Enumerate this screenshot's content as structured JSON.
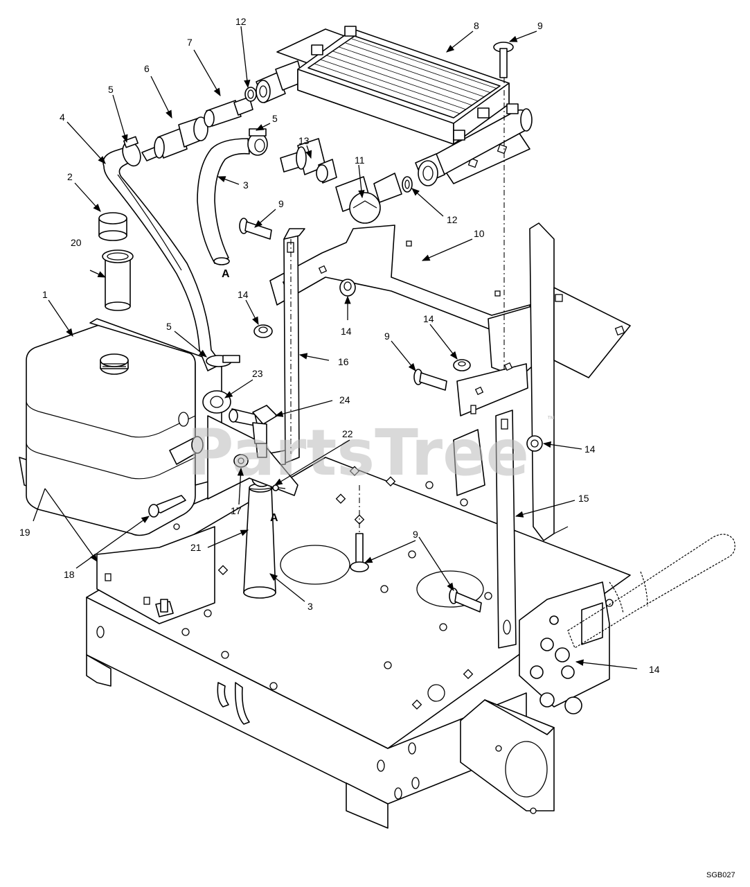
{
  "diagram": {
    "watermark": "PartsTree",
    "trademark": "™",
    "drawing_code": "SGB027",
    "connection_labels": [
      {
        "id": "conn-upper",
        "text": "A"
      },
      {
        "id": "conn-lower",
        "text": "A"
      }
    ],
    "callouts": [
      {
        "id": "c1",
        "text": "1"
      },
      {
        "id": "c2",
        "text": "2"
      },
      {
        "id": "c3a",
        "text": "3"
      },
      {
        "id": "c3b",
        "text": "3"
      },
      {
        "id": "c4",
        "text": "4"
      },
      {
        "id": "c5a",
        "text": "5"
      },
      {
        "id": "c5b",
        "text": "5"
      },
      {
        "id": "c5c",
        "text": "5"
      },
      {
        "id": "c6",
        "text": "6"
      },
      {
        "id": "c7",
        "text": "7"
      },
      {
        "id": "c8",
        "text": "8"
      },
      {
        "id": "c9a",
        "text": "9"
      },
      {
        "id": "c9b",
        "text": "9"
      },
      {
        "id": "c9c",
        "text": "9"
      },
      {
        "id": "c9d",
        "text": "9"
      },
      {
        "id": "c10",
        "text": "10"
      },
      {
        "id": "c11",
        "text": "11"
      },
      {
        "id": "c12a",
        "text": "12"
      },
      {
        "id": "c12b",
        "text": "12"
      },
      {
        "id": "c13",
        "text": "13"
      },
      {
        "id": "c14a",
        "text": "14"
      },
      {
        "id": "c14b",
        "text": "14"
      },
      {
        "id": "c14c",
        "text": "14"
      },
      {
        "id": "c14d",
        "text": "14"
      },
      {
        "id": "c14e",
        "text": "14"
      },
      {
        "id": "c15",
        "text": "15"
      },
      {
        "id": "c16",
        "text": "16"
      },
      {
        "id": "c17",
        "text": "17"
      },
      {
        "id": "c18",
        "text": "18"
      },
      {
        "id": "c19",
        "text": "19"
      },
      {
        "id": "c20",
        "text": "20"
      },
      {
        "id": "c21",
        "text": "21"
      },
      {
        "id": "c22",
        "text": "22"
      },
      {
        "id": "c23",
        "text": "23"
      },
      {
        "id": "c24",
        "text": "24"
      }
    ]
  }
}
